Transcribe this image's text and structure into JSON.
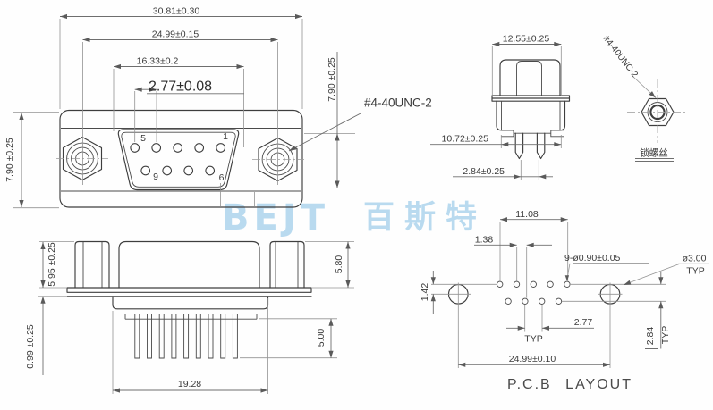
{
  "colors": {
    "line": "#3e3e3e",
    "dimension": "#6e6e6e",
    "watermark": "#a9d2ec",
    "background": "#fefefe"
  },
  "watermark": {
    "latin": "BEJT",
    "cjk": "百斯特"
  },
  "front": {
    "dim_overall_width": "30.81±0.30",
    "dim_mounting_span": "24.99±0.15",
    "dim_opening_width": "16.33±0.2",
    "dim_pin_pitch": "2.77±0.08",
    "dim_height_left": "7.90 ±0.25",
    "dim_height_right": "7.90 ±0.25",
    "thread_callout": "#4-40UNC-2",
    "pins": {
      "top_left": "5",
      "top_right": "1",
      "bottom_left": "9",
      "bottom_right": "6"
    }
  },
  "side": {
    "dim_hood_width": "12.55±0.25",
    "dim_body_width": "10.72±0.25",
    "dim_leg_span": "2.84±0.25"
  },
  "screw": {
    "thread_callout": "#4-40UNC-2",
    "caption": "锁螺丝"
  },
  "profile": {
    "dim_shell_height": "5.95 ±0.25",
    "dim_flange_offset": "0.99 ±0.25",
    "dim_standoff_height": "5.80",
    "dim_pin_length": "5.00",
    "dim_body_width": "19.28"
  },
  "pcb": {
    "title": "P.C.B LAYOUT",
    "dim_row_width": "11.08",
    "dim_row_offset": "1.38",
    "dim_hole_offset": "1.42",
    "hole_callout": "9-ø0.90±0.05",
    "mount_dia": "ø3.00",
    "mount_dia_typ": "TYP",
    "dim_pitch": "2.77",
    "pitch_typ": "TYP",
    "dim_row_gap": "2.84",
    "row_gap_typ": "TYP",
    "dim_mount_span": "24.99±0.10"
  }
}
